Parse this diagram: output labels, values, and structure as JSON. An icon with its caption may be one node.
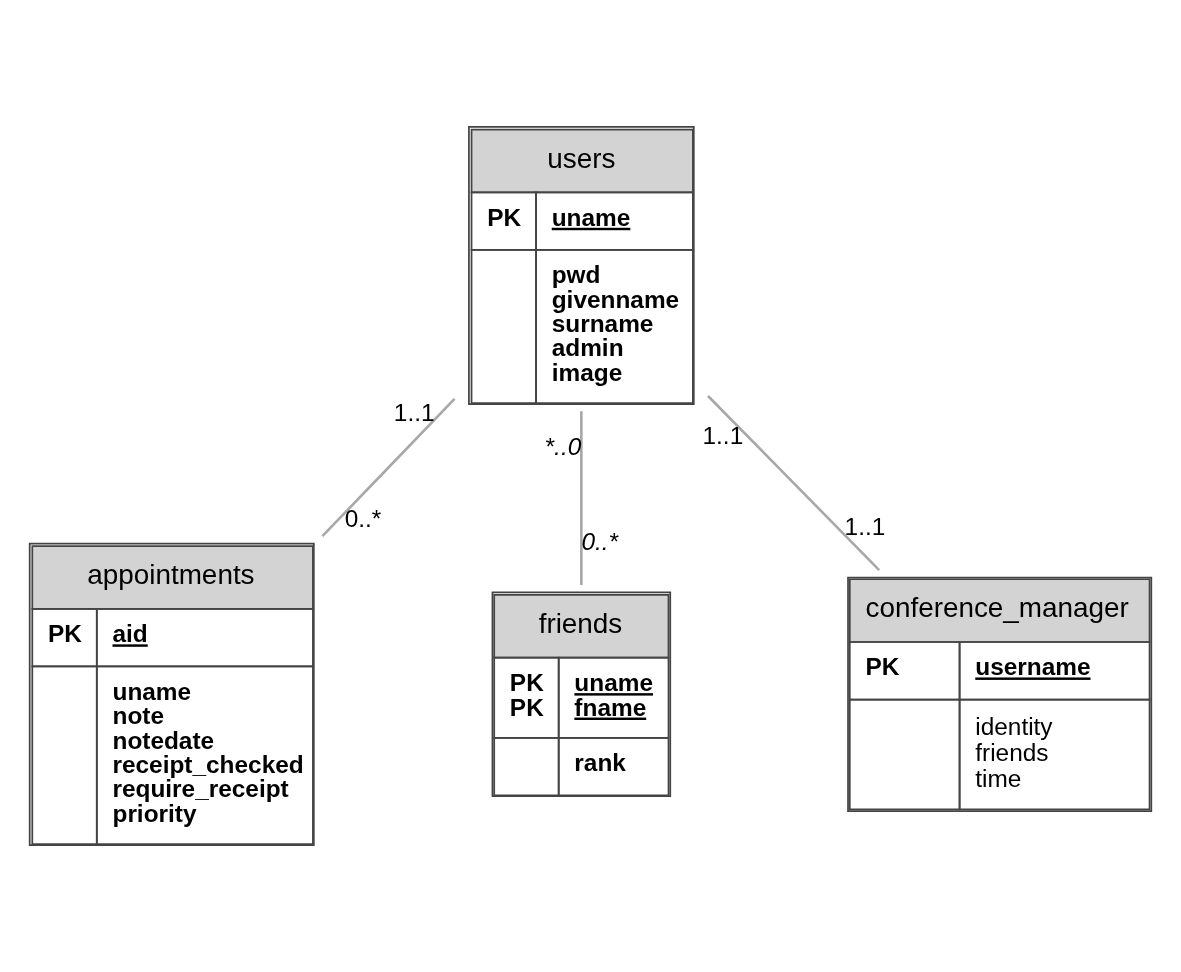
{
  "diagram": {
    "nodes": [
      {
        "text": [
          "users",
          "PK",
          "uname",
          "pwd",
          "givenname",
          "surname",
          "admin",
          "image"
        ]
      },
      {
        "text": [
          "appointments",
          "PK",
          "aid",
          "uname",
          "note",
          "notedate",
          "receipt_checked",
          "require_receipt",
          "priority"
        ]
      },
      {
        "text": [
          "friends",
          "PK",
          "uname",
          "PK",
          "fname",
          "rank"
        ]
      },
      {
        "text": [
          "conference_manager",
          "PK",
          "username",
          "identity",
          "friends",
          "time"
        ]
      }
    ],
    "edges": [
      {
        "from": 0,
        "to": 1,
        "arrow": "none"
      },
      {
        "from": 0,
        "to": 2,
        "arrow": "none"
      },
      {
        "from": 0,
        "to": 3,
        "arrow": "none"
      }
    ],
    "labels": [
      "1..1",
      "0..*",
      "*..0",
      "0..*",
      "1..1",
      "1..1"
    ]
  }
}
